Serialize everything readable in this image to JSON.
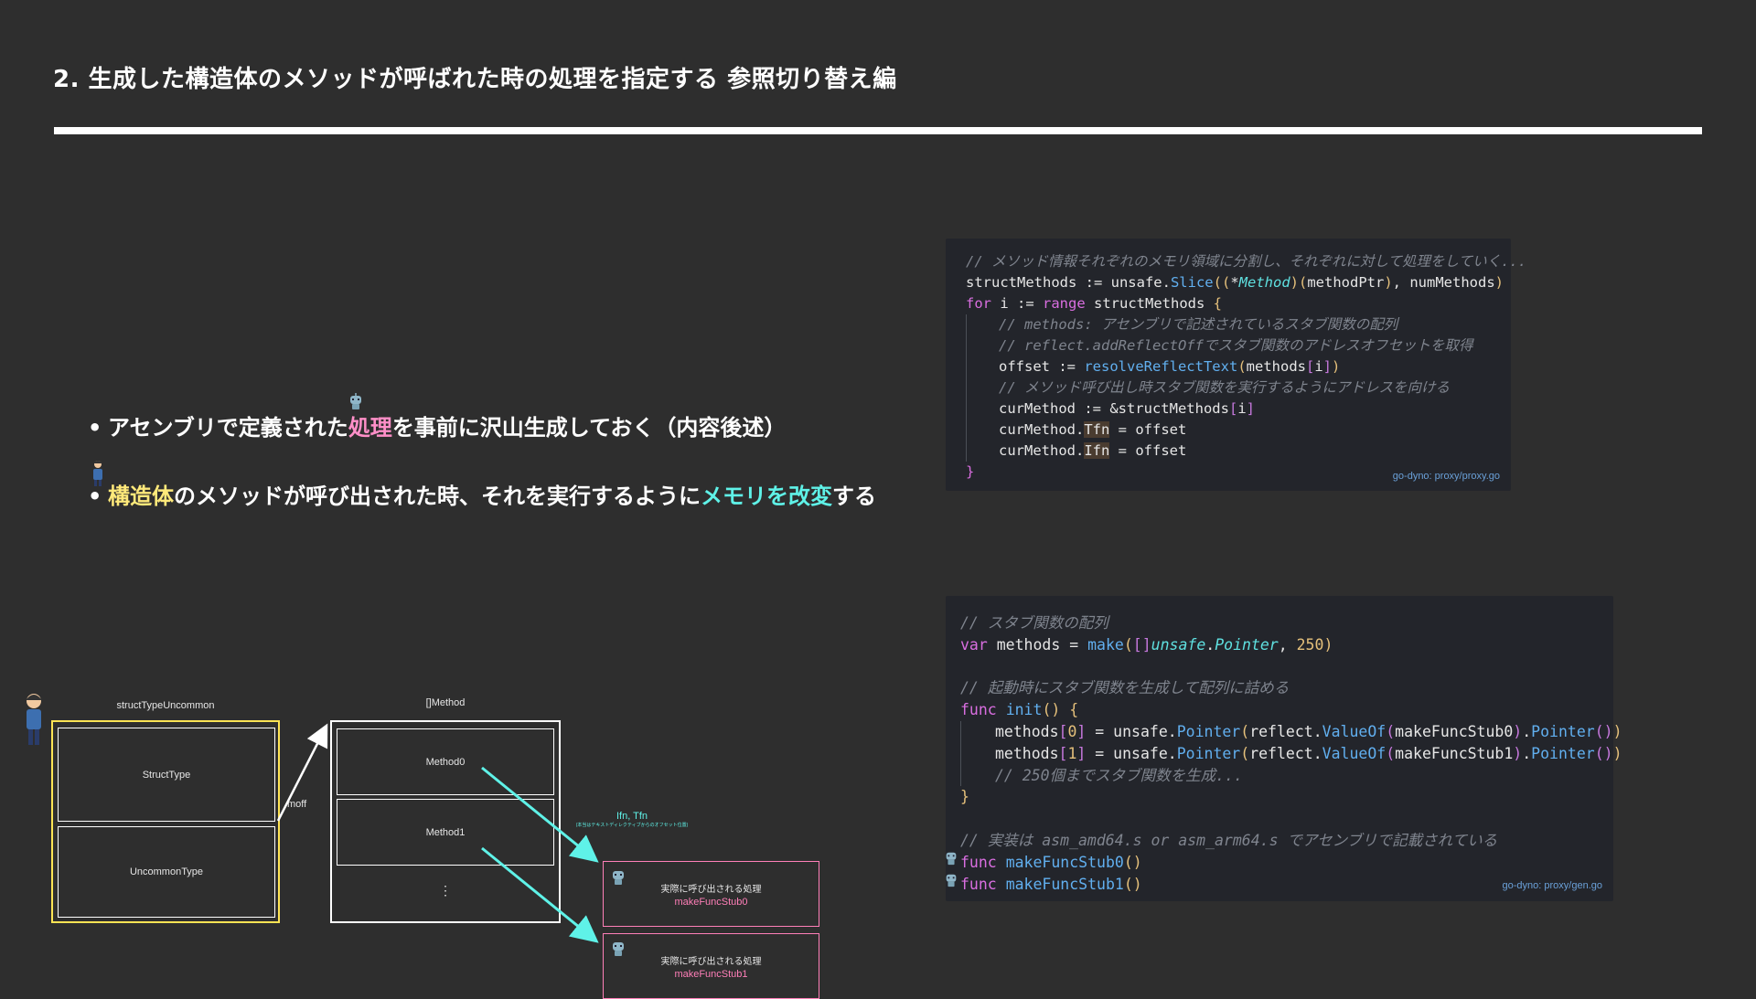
{
  "slide": {
    "title": "2. 生成した構造体のメソッドが呼ばれた時の処理を指定する 参照切り替え編"
  },
  "bullets": [
    {
      "parts": [
        {
          "text": "アセンブリで定義された",
          "hl": ""
        },
        {
          "text": "処理",
          "hl": "pink"
        },
        {
          "text": "を事前に沢山生成しておく（内容後述）",
          "hl": ""
        }
      ]
    },
    {
      "parts": [
        {
          "text": "構造体",
          "hl": "yellow"
        },
        {
          "text": "のメソッドが呼び出された時、それを実行するように",
          "hl": ""
        },
        {
          "text": "メモリを改変",
          "hl": "cyan"
        },
        {
          "text": "する",
          "hl": ""
        }
      ]
    }
  ],
  "code1": {
    "source": "go-dyno: proxy/proxy.go",
    "lines": [
      {
        "indent": 0,
        "tokens": [
          [
            "cmt",
            "// メソッド情報それぞれのメモリ領域に分割し、それぞれに対して処理をしていく..."
          ]
        ]
      },
      {
        "indent": 0,
        "tokens": [
          [
            "",
            "structMethods := unsafe."
          ],
          [
            "fn",
            "Slice"
          ],
          [
            "br",
            "(("
          ],
          [
            "",
            "*"
          ],
          [
            "ty",
            "Method"
          ],
          [
            "br",
            ")("
          ],
          [
            "",
            "methodPtr"
          ],
          [
            "br",
            ")"
          ],
          [
            "",
            ", numMethods"
          ],
          [
            "br",
            ")"
          ]
        ]
      },
      {
        "indent": 0,
        "tokens": [
          [
            "kw",
            "for"
          ],
          [
            "",
            " i := "
          ],
          [
            "kw",
            "range"
          ],
          [
            "",
            " structMethods "
          ],
          [
            "br",
            "{"
          ]
        ]
      },
      {
        "indent": 1,
        "tokens": [
          [
            "cmt",
            "// methods: アセンブリで記述されているスタブ関数の配列"
          ]
        ]
      },
      {
        "indent": 1,
        "tokens": [
          [
            "cmt",
            "// reflect.addReflectOffでスタブ関数のアドレスオフセットを取得"
          ]
        ]
      },
      {
        "indent": 1,
        "tokens": [
          [
            "",
            "offset := "
          ],
          [
            "fn",
            "resolveReflectText"
          ],
          [
            "br",
            "("
          ],
          [
            "",
            "methods"
          ],
          [
            "pk",
            "["
          ],
          [
            "",
            "i"
          ],
          [
            "pk",
            "]"
          ],
          [
            "br",
            ")"
          ]
        ]
      },
      {
        "indent": 1,
        "tokens": [
          [
            "cmt",
            "// メソッド呼び出し時スタブ関数を実行するようにアドレスを向ける"
          ]
        ]
      },
      {
        "indent": 1,
        "tokens": [
          [
            "",
            "curMethod := &structMethods"
          ],
          [
            "pk",
            "["
          ],
          [
            "",
            "i"
          ],
          [
            "pk",
            "]"
          ]
        ]
      },
      {
        "indent": 1,
        "tokens": [
          [
            "",
            "curMethod."
          ],
          [
            "fld",
            "Tfn"
          ],
          [
            "",
            " = offset"
          ]
        ]
      },
      {
        "indent": 1,
        "tokens": [
          [
            "",
            "curMethod."
          ],
          [
            "fld",
            "Ifn"
          ],
          [
            "",
            " = offset"
          ]
        ]
      },
      {
        "indent": 0,
        "tokens": [
          [
            "kw",
            "}"
          ]
        ]
      }
    ]
  },
  "code2": {
    "source": "go-dyno: proxy/gen.go",
    "lines": [
      {
        "indent": 0,
        "tokens": [
          [
            "cmt",
            "// スタブ関数の配列"
          ]
        ]
      },
      {
        "indent": 0,
        "tokens": [
          [
            "kw",
            "var"
          ],
          [
            "",
            " methods = "
          ],
          [
            "fn",
            "make"
          ],
          [
            "br",
            "("
          ],
          [
            "pk",
            "[]"
          ],
          [
            "ty",
            "unsafe"
          ],
          [
            "",
            "."
          ],
          [
            "ty",
            "Pointer"
          ],
          [
            "",
            ", "
          ],
          [
            "num",
            "250"
          ],
          [
            "br",
            ")"
          ]
        ]
      },
      {
        "indent": 0,
        "tokens": [
          [
            "",
            " "
          ]
        ]
      },
      {
        "indent": 0,
        "tokens": [
          [
            "cmt",
            "// 起動時にスタブ関数を生成して配列に詰める"
          ]
        ]
      },
      {
        "indent": 0,
        "tokens": [
          [
            "kw",
            "func"
          ],
          [
            "",
            " "
          ],
          [
            "fn",
            "init"
          ],
          [
            "br",
            "() {"
          ]
        ]
      },
      {
        "indent": 1,
        "tokens": [
          [
            "",
            "methods"
          ],
          [
            "pk",
            "["
          ],
          [
            "num",
            "0"
          ],
          [
            "pk",
            "]"
          ],
          [
            "",
            " = unsafe."
          ],
          [
            "fn",
            "Pointer"
          ],
          [
            "br",
            "("
          ],
          [
            "",
            "reflect."
          ],
          [
            "fn",
            "ValueOf"
          ],
          [
            "pk",
            "("
          ],
          [
            "",
            "makeFuncStub0"
          ],
          [
            "pk",
            ")"
          ],
          [
            "",
            "."
          ],
          [
            "fn",
            "Pointer"
          ],
          [
            "pk",
            "()"
          ],
          [
            "br",
            ")"
          ]
        ]
      },
      {
        "indent": 1,
        "tokens": [
          [
            "",
            "methods"
          ],
          [
            "pk",
            "["
          ],
          [
            "num",
            "1"
          ],
          [
            "pk",
            "]"
          ],
          [
            "",
            " = unsafe."
          ],
          [
            "fn",
            "Pointer"
          ],
          [
            "br",
            "("
          ],
          [
            "",
            "reflect."
          ],
          [
            "fn",
            "ValueOf"
          ],
          [
            "pk",
            "("
          ],
          [
            "",
            "makeFuncStub1"
          ],
          [
            "pk",
            ")"
          ],
          [
            "",
            "."
          ],
          [
            "fn",
            "Pointer"
          ],
          [
            "pk",
            "()"
          ],
          [
            "br",
            ")"
          ]
        ]
      },
      {
        "indent": 1,
        "tokens": [
          [
            "cmt",
            "// 250個までスタブ関数を生成..."
          ]
        ]
      },
      {
        "indent": 0,
        "tokens": [
          [
            "br",
            "}"
          ]
        ]
      },
      {
        "indent": 0,
        "tokens": [
          [
            "",
            " "
          ]
        ]
      },
      {
        "indent": 0,
        "tokens": [
          [
            "cmt",
            "// 実装は asm_amd64.s or asm_arm64.s でアセンブリで記載されている"
          ]
        ]
      },
      {
        "indent": 0,
        "tokens": [
          [
            "kw",
            "func"
          ],
          [
            "",
            " "
          ],
          [
            "fn",
            "makeFuncStub0"
          ],
          [
            "br",
            "()"
          ]
        ]
      },
      {
        "indent": 0,
        "tokens": [
          [
            "kw",
            "func"
          ],
          [
            "",
            " "
          ],
          [
            "fn",
            "makeFuncStub1"
          ],
          [
            "br",
            "()"
          ]
        ]
      }
    ]
  },
  "diagram": {
    "struct_label": "structTypeUncommon",
    "struct_type": "StructType",
    "uncommon_type": "UncommonType",
    "moff": "moff",
    "method_array_label": "[]Method",
    "method0": "Method0",
    "method1": "Method1",
    "ellipsis": "⋮",
    "ifn_label": "Ifn, Tfn",
    "ifn_note": "(本当はテキストディレクティブからのオフセット位置)",
    "stub_caption": "実際に呼び出される処理",
    "stub0": "makeFuncStub0",
    "stub1": "makeFuncStub1"
  },
  "colors": {
    "background": "#2e2e2e",
    "accent_pink": "#ff8fc8",
    "accent_yellow": "#ffe97a",
    "accent_cyan": "#5ff2e8"
  }
}
